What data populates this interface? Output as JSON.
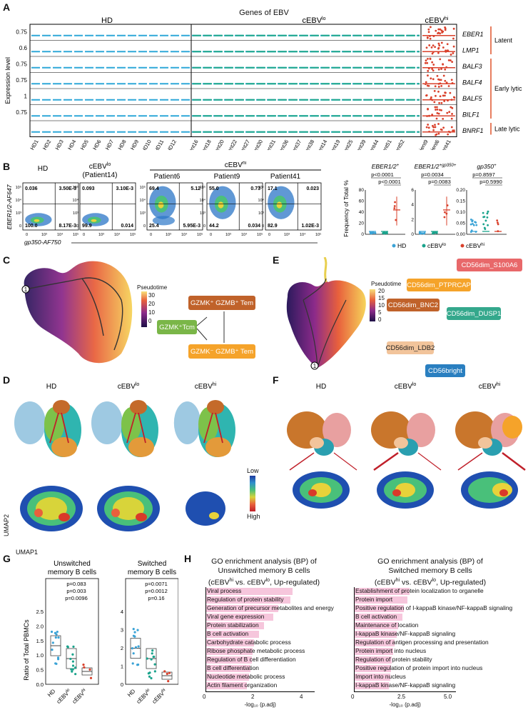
{
  "panels": {
    "A": "A",
    "B": "B",
    "C": "C",
    "D": "D",
    "E": "E",
    "F": "F",
    "G": "G",
    "H": "H"
  },
  "panelA": {
    "title": "Genes of EBV",
    "groups": [
      "HD",
      "cEBV",
      "cEBV"
    ],
    "group_sup": [
      "",
      "lo",
      "hi"
    ],
    "ylabel": "Expression level",
    "yticks": [
      "0.75",
      "0.6",
      "0.75",
      "0.75",
      "1",
      "0.75"
    ],
    "genes": [
      "EBER1",
      "LMP1",
      "BALF3",
      "BALF4",
      "BALF5",
      "BILF1",
      "BNRF1"
    ],
    "categories": [
      "Latent",
      "Early lytic",
      "Late lytic"
    ],
    "samples": [
      "HD1",
      "HD2",
      "HD3",
      "HD4",
      "HD5",
      "HD6",
      "HD7",
      "HD8",
      "HD9",
      "HD10",
      "HD11",
      "HD12",
      "Patient16",
      "Patient18",
      "Patient20",
      "Patient22",
      "Patient27",
      "Patient30",
      "Patient31",
      "Patient36",
      "Patient37",
      "Patient38",
      "Patient14",
      "Patient19",
      "Patient25",
      "Patient39",
      "Patient44",
      "Patient51",
      "Patient52",
      "Patient9",
      "Patient6",
      "Patient41"
    ]
  },
  "panelB": {
    "flow_titles": [
      "HD",
      "cEBV",
      "",
      "Patient6",
      "Patient9",
      "Patient41"
    ],
    "flow_sup": [
      "",
      "lo",
      "",
      "",
      "",
      ""
    ],
    "flow_sub": [
      "",
      "(Patient14)",
      "",
      "",
      "",
      ""
    ],
    "hi_group": "cEBV",
    "hi_sup": "hi",
    "quads": [
      [
        "0.036",
        "3.50E-3",
        "100.0",
        "8.17E-3"
      ],
      [
        "0.093",
        "3.10E-3",
        "99.9",
        "0.014"
      ],
      [
        "69.4",
        "5.12",
        "25.4",
        "5.95E-3"
      ],
      [
        "55.0",
        "0.73",
        "44.2",
        "0.034"
      ],
      [
        "17.1",
        "0.023",
        "82.9",
        "1.02E-3"
      ]
    ],
    "yaxis_label": "EBER1/2-AF647",
    "xaxis_label": "gp350-AF750",
    "axis_ticks": [
      "0",
      "10³",
      "10⁴",
      "10⁵"
    ],
    "stats_ylabel": "Frequency of Total %",
    "stats": [
      {
        "title": "EBER1/2",
        "sup": "+",
        "p1": "p<0.0001",
        "p2": "p<0.0001",
        "yticks": [
          "0",
          "20",
          "40",
          "60",
          "80"
        ]
      },
      {
        "title": "EBER1/2",
        "sup": "+gp350+",
        "p1": "p=0.0034",
        "p2": "p=0.0083",
        "yticks": [
          "0",
          "2",
          "4",
          "6"
        ]
      },
      {
        "title": "gp350",
        "sup": "+",
        "p1": "p=0.8597",
        "p2": "p=0.5990",
        "yticks": [
          "0.00",
          "0.05",
          "0.10",
          "0.15",
          "0.20"
        ]
      }
    ],
    "legend": [
      "HD",
      "cEBV",
      "cEBV"
    ],
    "legend_sup": [
      "",
      "lo",
      "hi"
    ],
    "colors": {
      "HD": "#3ba3d6",
      "lo": "#1aa38c",
      "hi": "#d9402b"
    }
  },
  "panelC": {
    "legend_title": "Pseudotime",
    "ticks": [
      "30",
      "20",
      "10",
      "0"
    ],
    "root": "1",
    "nodes": [
      "GZMK⁺ GZMB⁺ Tem",
      "GZMK⁺Tcm",
      "GZMK⁻ GZMB⁺ Tem"
    ]
  },
  "panelD": {
    "titles": [
      "HD",
      "cEBV",
      "cEBV"
    ],
    "sup": [
      "",
      "lo",
      "hi"
    ],
    "density_low": "Low",
    "density_high": "High",
    "umap1": "UMAP1",
    "umap2": "UMAP2"
  },
  "panelE": {
    "legend_title": "Pseudotime",
    "ticks": [
      "20",
      "15",
      "10",
      "5",
      "0"
    ],
    "root": "1",
    "nodes": [
      "CD56dim_S100A6",
      "CD56dim_PTPRCAP",
      "CD56dim_BNC2",
      "CD56dim_DUSP1",
      "CD56dim_LDB2",
      "CD56bright"
    ]
  },
  "panelF": {
    "titles": [
      "HD",
      "cEBV",
      "cEBV"
    ],
    "sup": [
      "",
      "lo",
      "hi"
    ]
  },
  "panelG": {
    "ylabel": "Ratio of Total PBMCs",
    "sub1": {
      "title1": "Unswitched",
      "title2": "memory B cells",
      "yticks": [
        "0.0",
        "0.5",
        "1.0",
        "1.5",
        "2.0",
        "2.5"
      ],
      "p": [
        "p=0.083",
        "p=0.003",
        "p=0.0096"
      ]
    },
    "sub2": {
      "title1": "Switched",
      "title2": "memory B cells",
      "yticks": [
        "0",
        "1",
        "2",
        "3",
        "4"
      ],
      "p": [
        "p=0.0071",
        "p=0.0012",
        "p=0.16"
      ]
    },
    "xlabels": [
      "HD",
      "cEBV",
      "cEBV"
    ],
    "xsup": [
      "",
      "lo",
      "hi"
    ]
  },
  "panelH": {
    "left_title": [
      "GO enrichment analysis (BP) of",
      "Unswitched memory B cells",
      "(cEBV",
      "hi",
      " vs. cEBV",
      "lo",
      ", Up-regulated)"
    ],
    "right_title": [
      "GO enrichment analysis (BP) of",
      "Switched memory B cells",
      "(cEBV",
      "hi",
      " vs. cEBV",
      "lo",
      ", Up-regulated)"
    ],
    "left_terms": [
      "Viral process",
      "Regulation of protein stability",
      "Generation of precursor metabolites and energy",
      "Viral gene expression",
      "Protein stabilization",
      "B cell activation",
      "Carbohydrate catabolic process",
      "Ribose phosphate metabolic process",
      "Regulation of B cell differentiation",
      "B cell differentiation",
      "Nucleotide metabolic process",
      "Actin filament organization"
    ],
    "left_values": [
      3.6,
      3.5,
      3.0,
      2.8,
      2.4,
      2.2,
      2.0,
      1.95,
      1.9,
      1.85,
      1.8,
      1.7
    ],
    "left_ticks": [
      "0",
      "2",
      "4"
    ],
    "right_terms": [
      "Establishment of protein localization to organelle",
      "Protein import",
      "Positive regulation of I-kappaB kinase/NF-kappaB signaling",
      "B cell activation",
      "Maintenance of location",
      "I-kappaB kinase/NF-kappaB signaling",
      "Regulation of antigen processing and presentation",
      "Protein import into nucleus",
      "Regulation of protein stability",
      "Positive regulation of protein import into nucleus",
      "Import into nucleus",
      "I-kappaB kinase/NF-kappaB signaling"
    ],
    "right_values": [
      3.0,
      2.9,
      2.7,
      2.6,
      2.4,
      2.3,
      2.2,
      2.1,
      2.05,
      2.0,
      1.95,
      1.9
    ],
    "right_ticks": [
      "0",
      "2.5",
      "5.0"
    ],
    "xlabel": "-log₁₀ (p.adj)"
  }
}
